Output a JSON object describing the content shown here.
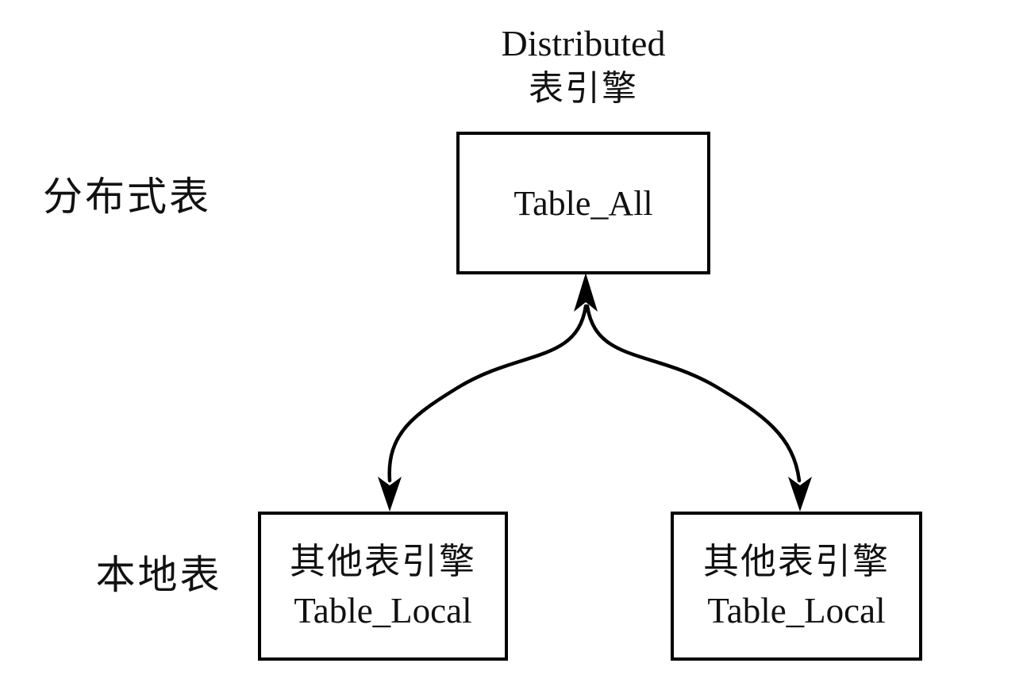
{
  "diagram": {
    "title": {
      "line1": "Distributed",
      "line2": "表引擎"
    },
    "row_labels": {
      "distributed": "分布式表",
      "local": "本地表"
    },
    "nodes": {
      "table_all": {
        "label": "Table_All"
      },
      "local_left": {
        "engine": "其他表引擎",
        "table": "Table_Local"
      },
      "local_right": {
        "engine": "其他表引擎",
        "table": "Table_Local"
      }
    },
    "colors": {
      "line": "#000000",
      "text": "#111111",
      "background": "#ffffff"
    }
  }
}
